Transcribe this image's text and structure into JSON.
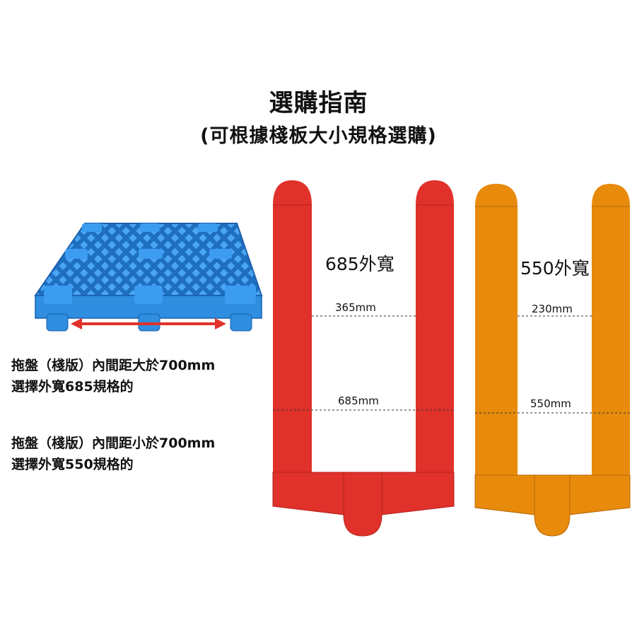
{
  "header": {
    "title": "選購指南",
    "subtitle": "(可根據棧板大小規格選購)"
  },
  "rules": [
    {
      "line1": "拖盤（棧版）內間距大於700mm",
      "line2": "選擇外寬685規格的"
    },
    {
      "line1": "拖盤（棧版）內間距小於700mm",
      "line2": "選擇外寬550規格的"
    }
  ],
  "forks": [
    {
      "label": "685外寬",
      "inner_width": "365mm",
      "outer_width": "685mm",
      "color": "#e0312a"
    },
    {
      "label": "550外寬",
      "inner_width": "230mm",
      "outer_width": "550mm",
      "color": "#e88a0c"
    }
  ],
  "pallet": {
    "color": "#2f8ee0",
    "arrow_color": "#e0312a"
  }
}
